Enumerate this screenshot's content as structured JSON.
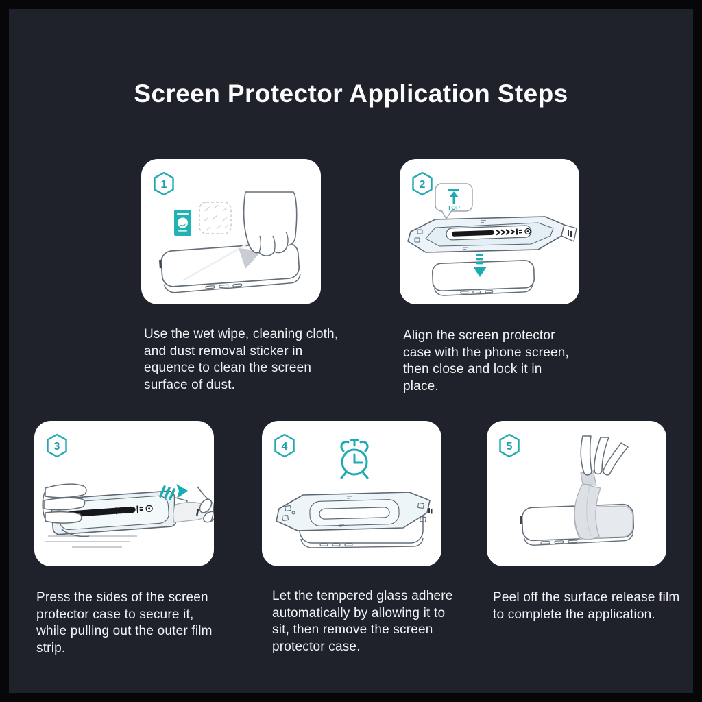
{
  "title": "Screen Protector Application Steps",
  "colors": {
    "frame": "#07070a",
    "background": "#20222b",
    "card": "#ffffff",
    "accent_teal": "#1fa9b2",
    "caption_text": "#f2f3f5",
    "illustration_line": "#5d6770"
  },
  "steps": [
    {
      "number": "1",
      "caption": "Use the wet wipe, cleaning cloth, and dust removal sticker in equence to clean the screen surface of dust.",
      "illustration": "wet wipe packet, cleaning cloth and hand wiping phone screen"
    },
    {
      "number": "2",
      "caption": "Align the screen protector case with the phone screen, then close and lock it in place.",
      "bubble_label": "TOP",
      "illustration": "applicator case lowered onto phone with down arrow"
    },
    {
      "number": "3",
      "caption": "Press the sides of the screen protector case to secure it, while pulling out the outer film strip.",
      "illustration": "hands pressing case while pulling film strip with arrow"
    },
    {
      "number": "4",
      "caption": "Let the tempered glass adhere automatically by allowing it to sit, then remove the screen protector case.",
      "illustration": "alarm clock above case resting on phone"
    },
    {
      "number": "5",
      "caption": "Peel off the surface release film to complete the application.",
      "illustration": "fingers peeling release film off phone"
    }
  ]
}
